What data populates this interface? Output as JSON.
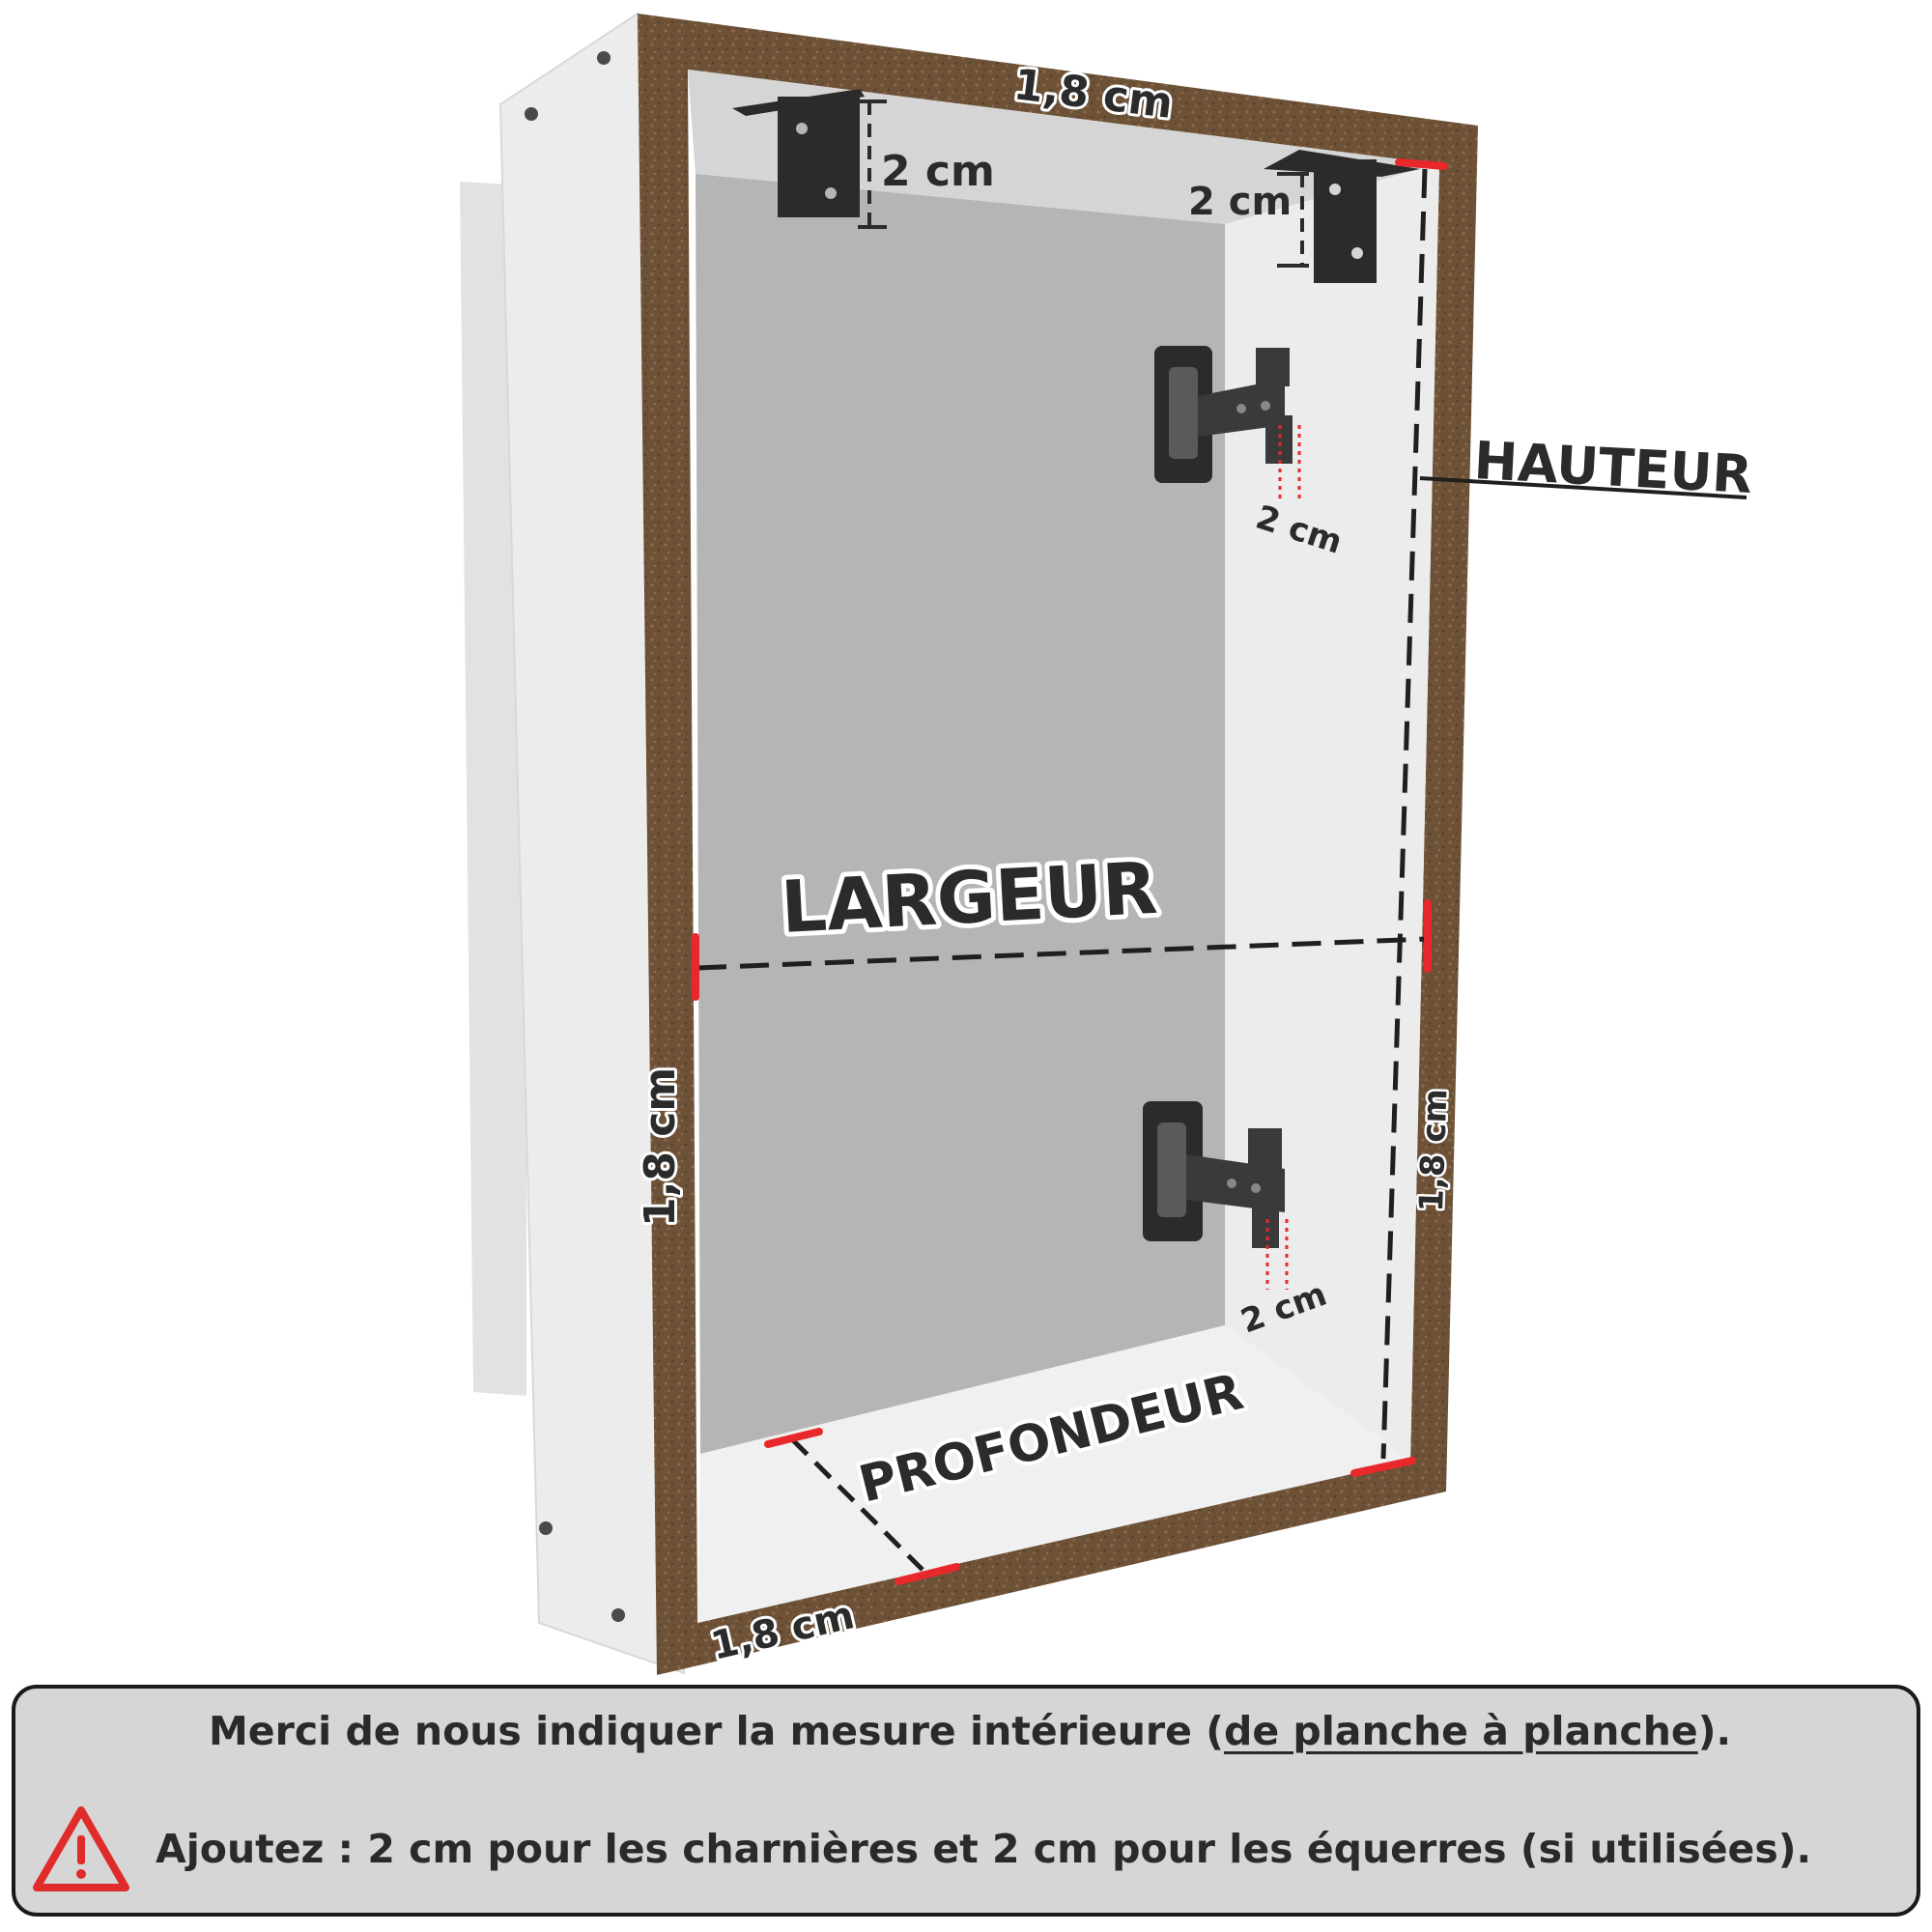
{
  "labels": {
    "top_panel_thickness": "1,8 cm",
    "bracket_left": "2 cm",
    "bracket_right": "2 cm",
    "height": "HAUTEUR",
    "hinge_top": "2 cm",
    "width": "LARGEUR",
    "left_panel_thickness": "1,8 cm",
    "right_panel_thickness": "1,8 cm",
    "hinge_bottom": "2 cm",
    "depth": "PROFONDEUR",
    "bottom_panel_thickness": "1,8 cm"
  },
  "notice": {
    "line1_before": "Merci de nous indiquer la mesure intérieure (",
    "line1_underlined": "de planche à planche",
    "line1_after": ").",
    "line2": "Ajoutez : 2 cm pour les charnières et 2 cm pour les équerres (si utilisées)."
  },
  "colors": {
    "wood_edge": "#6e5238",
    "panel": "#ebebeb",
    "back_panel": "#b4b4b4",
    "hardware": "#2b2b2b",
    "measure_marker": "#e8282a",
    "notice_background": "#d6d6d6",
    "warning": "#e02b2b"
  },
  "icons": {
    "warning": "warning-triangle-icon"
  }
}
